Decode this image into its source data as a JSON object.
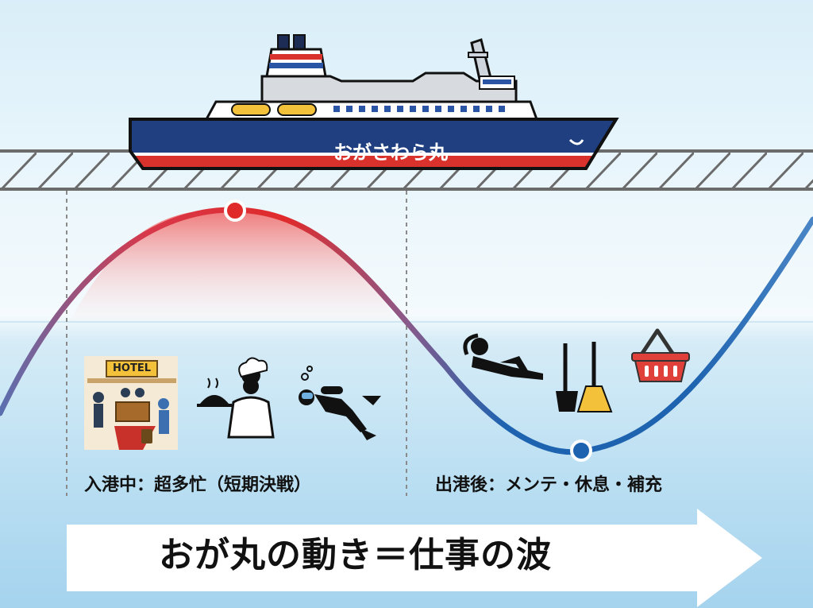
{
  "ship": {
    "name": "おがさわら丸"
  },
  "wave": {
    "peak_label": "入港中：超多忙（短期決戦）",
    "trough_label": "出港後：メンテ・休息・補充"
  },
  "icons": {
    "peak": [
      "hotel-icon",
      "chef-icon",
      "diver-icon"
    ],
    "trough": [
      "relaxing-person-icon",
      "cleaning-tools-icon",
      "shopping-basket-icon"
    ]
  },
  "hotel_sign": "HOTEL",
  "banner": {
    "text": "おが丸の動き＝仕事の波"
  },
  "colors": {
    "peak_red": "#e02a2a",
    "trough_blue": "#1e63b0",
    "hull_navy": "#1f3f80",
    "banner_white": "#ffffff"
  }
}
